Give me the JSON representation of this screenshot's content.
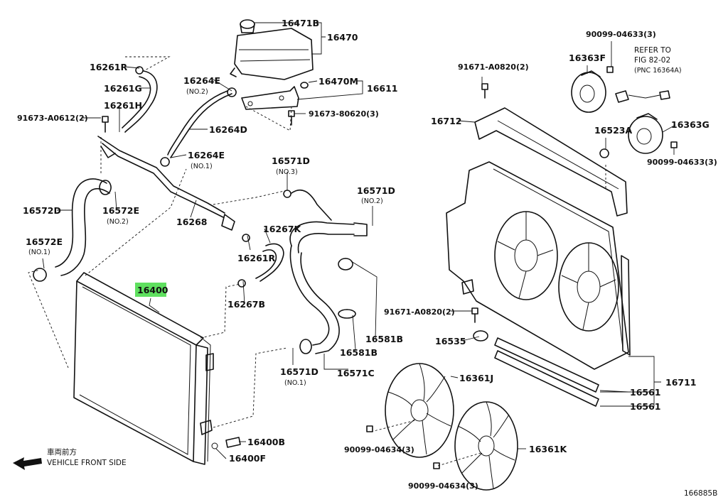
{
  "labels": {
    "p16471B": "16471B",
    "p16470": "16470",
    "p16261R_top": "16261R",
    "p16261G": "16261G",
    "p16261H": "16261H",
    "p91673A0612": "91673-A0612(2)",
    "p16264E_a": "16264E",
    "p16264E_a_note": "(NO.2)",
    "p16470M": "16470M",
    "p16611": "16611",
    "p91673_80620": "91673-80620(3)",
    "p16264D": "16264D",
    "p16264E_b": "16264E",
    "p16264E_b_note": "(NO.1)",
    "p16571D_a": "16571D",
    "p16571D_a_note": "(NO.3)",
    "p16571D_b": "16571D",
    "p16571D_b_note": "(NO.2)",
    "p16572D": "16572D",
    "p16572E_a": "16572E",
    "p16572E_a_note": "(NO.2)",
    "p16268": "16268",
    "p16267K": "16267K",
    "p16261R_mid": "16261R",
    "p16572E_b": "16572E",
    "p16572E_b_note": "(NO.1)",
    "p16400": "16400",
    "p16267B": "16267B",
    "p16581B_a": "16581B",
    "p16581B_b": "16581B",
    "p16571C": "16571C",
    "p16571D_c": "16571D",
    "p16571D_c_note": "(NO.1)",
    "p16400B": "16400B",
    "p16400F": "16400F",
    "p90099_04633_a": "90099-04633(3)",
    "p16363F": "16363F",
    "refer1": "REFER TO",
    "refer2": "FIG 82-02",
    "refer3": "(PNC 16364A)",
    "p91671A0820_a": "91671-A0820(2)",
    "p16712": "16712",
    "p16523A": "16523A",
    "p16363G": "16363G",
    "p90099_04633_b": "90099-04633(3)",
    "p91671A0820_b": "91671-A0820(2)",
    "p16535": "16535",
    "p16361J": "16361J",
    "p16711": "16711",
    "p16561_a": "16561",
    "p16561_b": "16561",
    "p90099_04634_a": "90099-04634(3)",
    "p16361K": "16361K",
    "p90099_04634_b": "90099-04634(3)",
    "front_jp": "車両前方",
    "front_en": "VEHICLE FRONT SIDE",
    "fig_id": "166885B"
  },
  "colors": {
    "highlight": "#5fe05f",
    "line": "#111111"
  }
}
